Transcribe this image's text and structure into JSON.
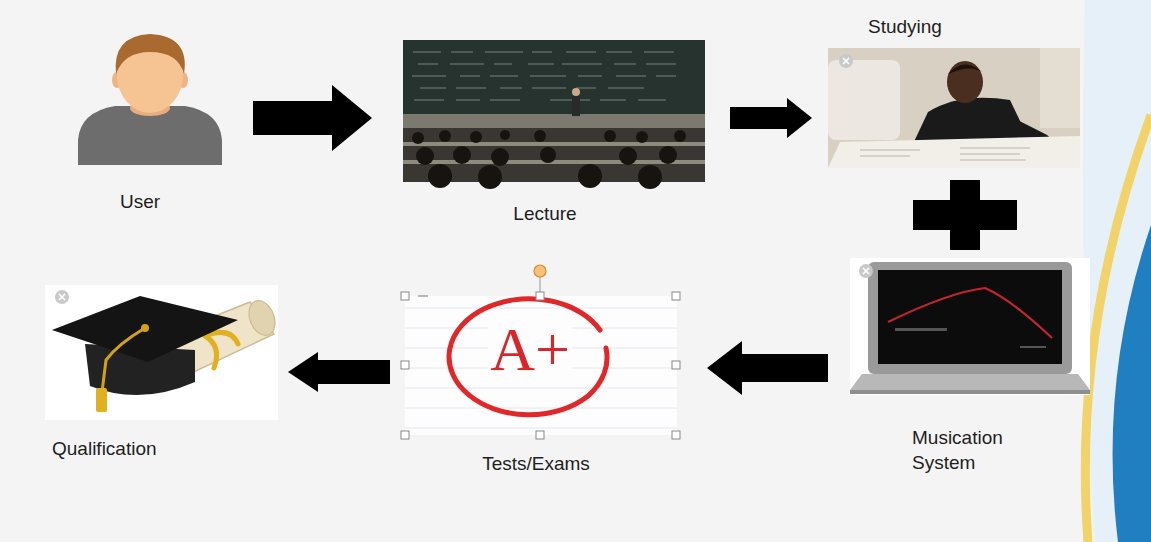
{
  "diagram": {
    "nodes": [
      {
        "text": [
          "User"
        ]
      },
      {
        "text": [
          "Lecture"
        ]
      },
      {
        "text": [
          "Studying"
        ]
      },
      {
        "text": [
          "Musication System"
        ]
      },
      {
        "text": [
          "Tests/Exams"
        ]
      },
      {
        "text": [
          "Qualification"
        ]
      }
    ],
    "edges": [
      {
        "from": 0,
        "to": 1,
        "arrow": "to"
      },
      {
        "from": 1,
        "to": 2,
        "arrow": "to"
      },
      {
        "from": 3,
        "to": 4,
        "arrow": "to"
      },
      {
        "from": 4,
        "to": 5,
        "arrow": "to"
      }
    ],
    "labels": [
      "A+"
    ]
  }
}
